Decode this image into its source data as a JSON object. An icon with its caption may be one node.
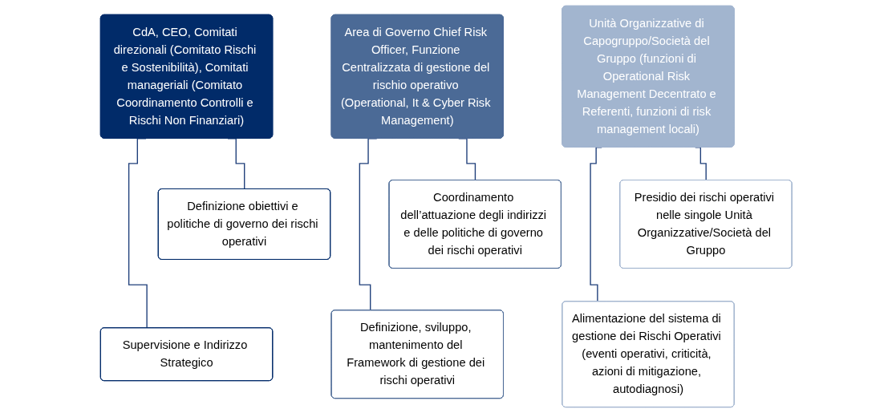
{
  "diagram": {
    "nodes": [
      {
        "text": [
          "CdA, CEO, Comitati direzionali (Comitato Rischi e Sostenibilità), Comitati manageriali (Comitato Coordinamento Controlli e Rischi Non Finanziari)"
        ]
      },
      {
        "text": [
          "Definizione obiettivi e politiche di governo dei rischi operativi"
        ]
      },
      {
        "text": [
          "Supervisione e Indirizzo Strategico"
        ]
      },
      {
        "text": [
          "Area di Governo Chief Risk Officer, Funzione Centralizzata di gestione del rischio operativo (Operational, It & Cyber Risk Management)"
        ]
      },
      {
        "text": [
          "Coordinamento dell’attuazione degli indirizzi e delle politiche di governo dei rischi operativi"
        ]
      },
      {
        "text": [
          "Definizione, sviluppo, mantenimento del Framework di gestione dei rischi operativi"
        ]
      },
      {
        "text": [
          "Unità Organizzative di Capogruppo/Società del Gruppo (funzioni di Operational Risk Management Decentrato e Referenti, funzioni di risk management locali)"
        ]
      },
      {
        "text": [
          "Presidio dei rischi operativi nelle singole Unità Organizzative/Società del Gruppo"
        ]
      },
      {
        "text": [
          "Alimentazione del sistema di gestione dei Rischi Operativi (eventi operativi, criticità, azioni di mitigazione, autodiagnosi)"
        ]
      }
    ],
    "edges": [
      {
        "from": 0,
        "to": 1,
        "arrow": "none"
      },
      {
        "from": 0,
        "to": 2,
        "arrow": "none"
      },
      {
        "from": 3,
        "to": 4,
        "arrow": "none"
      },
      {
        "from": 3,
        "to": 5,
        "arrow": "none"
      },
      {
        "from": 6,
        "to": 7,
        "arrow": "none"
      },
      {
        "from": 6,
        "to": 8,
        "arrow": "none"
      }
    ]
  }
}
